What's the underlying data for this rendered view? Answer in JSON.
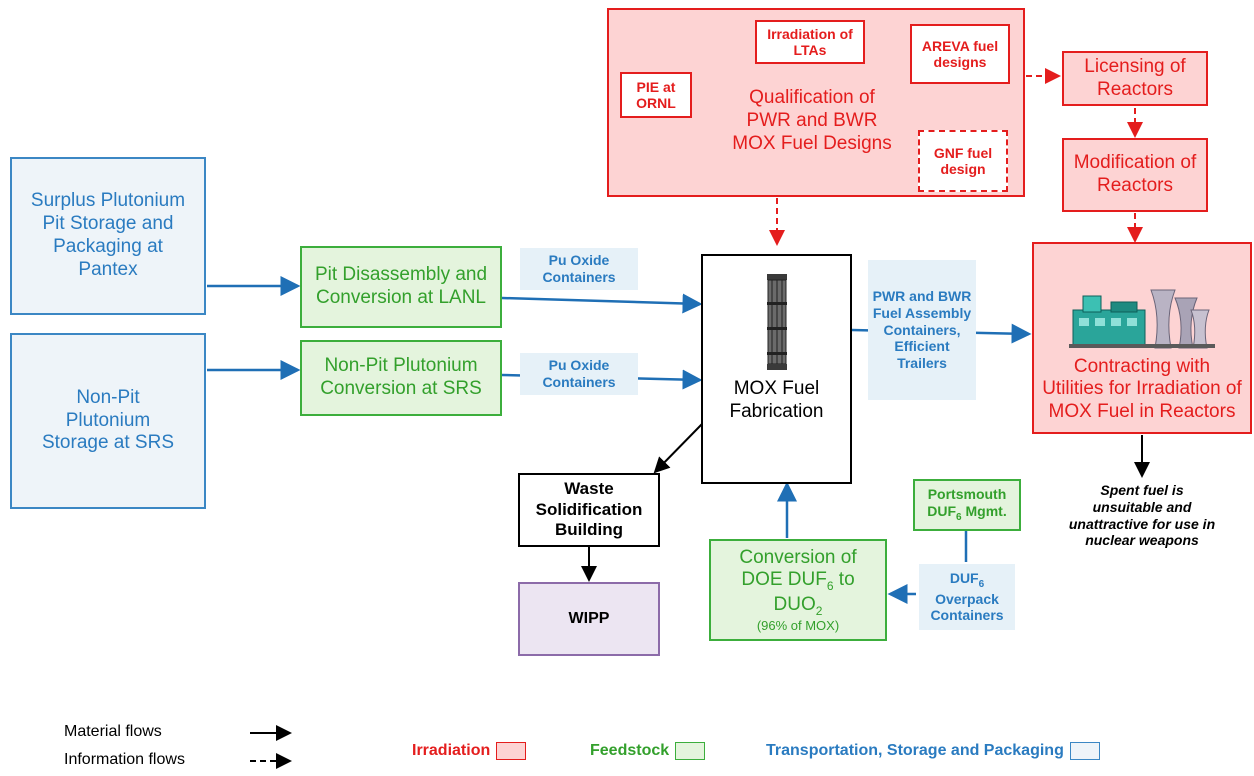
{
  "boxes": {
    "surplus": "Surplus Plutonium Pit Storage and Packaging at Pantex",
    "nonpit_storage": "Non-Pit Plutonium Storage at SRS",
    "pit_disassembly": "Pit Disassembly and Conversion at LANL",
    "nonpit_conversion": "Non-Pit Plutonium Conversion at SRS",
    "mox": "MOX Fuel Fabrication",
    "waste": "Waste Solidification Building",
    "wipp": "WIPP",
    "conversion_line1": "Conversion of",
    "conversion_line2a": "DOE DUF",
    "conversion_line2sub": "6",
    "conversion_line2b": " to",
    "conversion_line3a": "DUO",
    "conversion_line3sub": "2",
    "conversion_note": "(96% of MOX)",
    "portsmouth_line1": "Portsmouth",
    "portsmouth_line2a": "DUF",
    "portsmouth_line2sub": "6",
    "portsmouth_line2b": " Mgmt.",
    "qualification": "Qualification of PWR and BWR MOX Fuel Designs",
    "irradiation_ltas": "Irradiation of LTAs",
    "pie_ornl": "PIE at ORNL",
    "areva": "AREVA fuel designs",
    "gnf": "GNF fuel design",
    "licensing": "Licensing of Reactors",
    "modification": "Modification of Reactors",
    "contracting": "Contracting with Utilities for Irradiation of MOX Fuel in Reactors"
  },
  "labels": {
    "pu_oxide_1": "Pu Oxide Containers",
    "pu_oxide_2": "Pu Oxide Containers",
    "pwr_bwr": "PWR and BWR Fuel Assembly Containers, Efficient Trailers",
    "duf6_a": "DUF",
    "duf6_sub": "6",
    "duf6_b": "Overpack Containers",
    "spent_fuel": "Spent fuel is unsuitable and unattractive for use in nuclear weapons"
  },
  "legend": {
    "material": "Material flows",
    "information": "Information flows",
    "irradiation": "Irradiation",
    "feedstock": "Feedstock",
    "transport": "Transportation, Storage and Packaging"
  },
  "colors": {
    "irradiation": "#e41d1d",
    "feedstock": "#33a02c",
    "transport": "#2a7bc0"
  }
}
